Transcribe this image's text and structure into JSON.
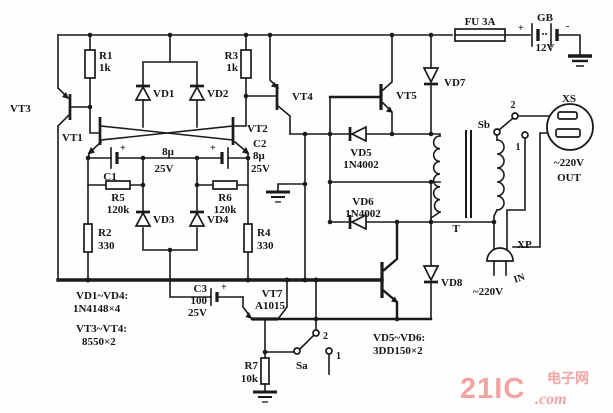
{
  "colors": {
    "ink": "#1a1a1a",
    "watermark": "#f2a4a4"
  },
  "components": {
    "r1": {
      "name": "R1",
      "value": "1k"
    },
    "r2": {
      "name": "R2",
      "value": "330"
    },
    "r3": {
      "name": "R3",
      "value": "1k"
    },
    "r4": {
      "name": "R4",
      "value": "330"
    },
    "r5": {
      "name": "R5",
      "value": "120k"
    },
    "r6": {
      "name": "R6",
      "value": "120k"
    },
    "r7": {
      "name": "R7",
      "value": "10k"
    },
    "c1": {
      "name": "C1",
      "v1": "8μ",
      "v2": "25V",
      "plus": "+"
    },
    "c2": {
      "name": "C2",
      "v1": "8μ",
      "v2": "25V",
      "plus": "+"
    },
    "c3": {
      "name": "C3",
      "v1": "100",
      "v2": "25V",
      "plus": "+"
    },
    "vd1": {
      "name": "VD1"
    },
    "vd2": {
      "name": "VD2"
    },
    "vd3": {
      "name": "VD3"
    },
    "vd4": {
      "name": "VD4"
    },
    "vd5": {
      "name": "VD5",
      "value": "1N4002"
    },
    "vd6": {
      "name": "VD6",
      "value": "1N4002"
    },
    "vd7": {
      "name": "VD7"
    },
    "vd8": {
      "name": "VD8"
    },
    "vt1": {
      "name": "VT1"
    },
    "vt2": {
      "name": "VT2"
    },
    "vt3": {
      "name": "VT3"
    },
    "vt4": {
      "name": "VT4"
    },
    "vt5": {
      "name": "VT5"
    },
    "vt7": {
      "name": "VT7",
      "value": "A1015"
    },
    "fuse": {
      "label": "FU 3A"
    },
    "battery": {
      "name": "GB",
      "voltage": "12V",
      "plus": "+",
      "minus": "-"
    },
    "transformer": {
      "label": "T"
    },
    "sa": {
      "label": "Sa",
      "pos1": "1",
      "pos2": "2"
    },
    "sb": {
      "label": "Sb",
      "pos1": "1",
      "pos2": "2"
    },
    "xs": {
      "label": "XS",
      "voltage": "~220V",
      "io": "OUT"
    },
    "xp": {
      "label": "XP",
      "voltage": "~220V",
      "io": "IN"
    }
  },
  "notes": {
    "d14_ref": "VD1~VD4:",
    "d14_val": "1N4148×4",
    "t34_ref": "VT3~VT4:",
    "t34_val": "8550×2",
    "t56_ref": "VD5~VD6:",
    "t56_val": "3DD150×2"
  },
  "watermark": {
    "brand": "21IC",
    "suffix": ".com",
    "site": "电子网"
  }
}
